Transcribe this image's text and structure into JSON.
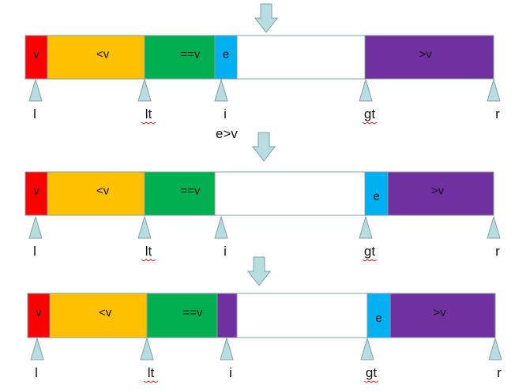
{
  "colors": {
    "v": "#ff0000",
    "less": "#ffc000",
    "equal": "#00b050",
    "e": "#00b0f0",
    "empty": "#ffffff",
    "greater": "#7030a0",
    "pointer": "#b7dde0",
    "outline": "#7f9fa6"
  },
  "rows": [
    {
      "segments": [
        {
          "label": "v",
          "color": "v"
        },
        {
          "label": "<v",
          "color": "less"
        },
        {
          "label": "==v",
          "color": "equal"
        },
        {
          "label": "e",
          "color": "e"
        },
        {
          "label": "",
          "color": "empty"
        },
        {
          "label": ">v",
          "color": "greater"
        }
      ],
      "pointers": [
        "l",
        "lt",
        "i",
        "gt",
        "r"
      ],
      "note": "e>v"
    },
    {
      "segments": [
        {
          "label": "v",
          "color": "v"
        },
        {
          "label": "<v",
          "color": "less"
        },
        {
          "label": "==v",
          "color": "equal"
        },
        {
          "label": "",
          "color": "empty"
        },
        {
          "label": "e",
          "color": "e"
        },
        {
          "label": ">v",
          "color": "greater"
        }
      ],
      "pointers": [
        "l",
        "lt",
        "i",
        "gt",
        "r"
      ]
    },
    {
      "segments": [
        {
          "label": "v",
          "color": "v"
        },
        {
          "label": "<v",
          "color": "less"
        },
        {
          "label": "==v",
          "color": "equal"
        },
        {
          "label": "",
          "color": "greater"
        },
        {
          "label": "",
          "color": "empty"
        },
        {
          "label": "e",
          "color": "e"
        },
        {
          "label": ">v",
          "color": "greater"
        }
      ],
      "pointers": [
        "l",
        "lt",
        "i",
        "gt",
        "r"
      ]
    }
  ]
}
